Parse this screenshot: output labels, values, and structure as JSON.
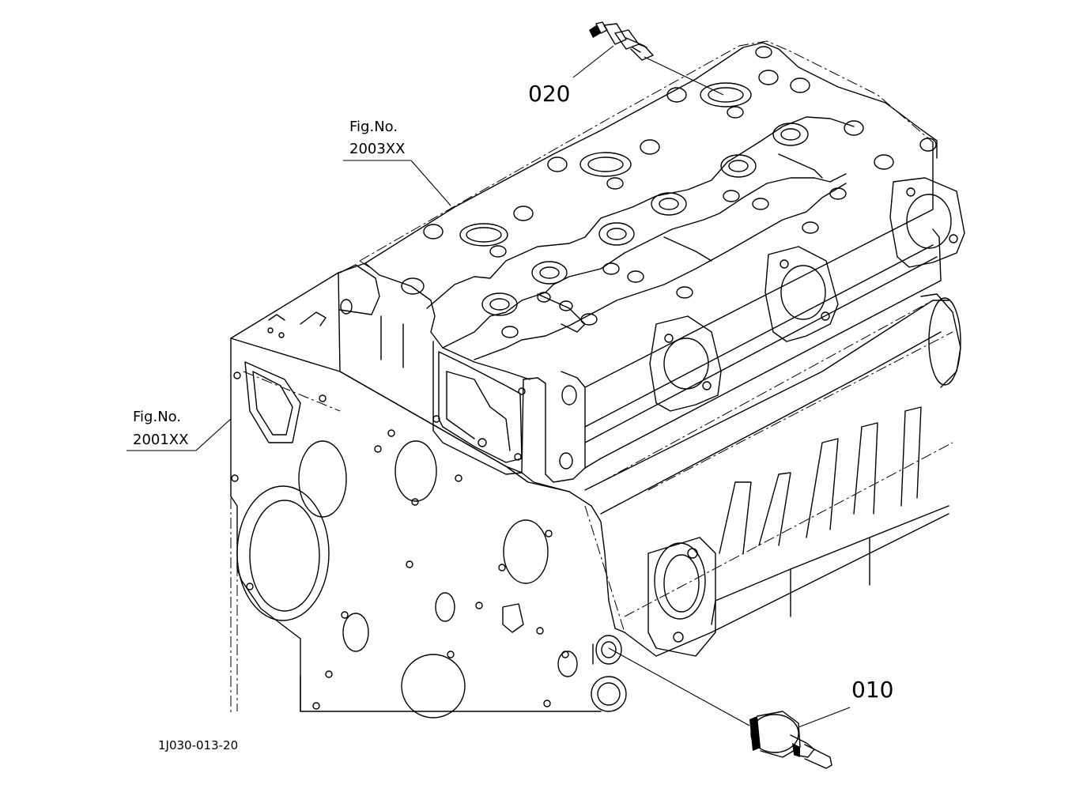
{
  "callouts": {
    "part_020": "020",
    "part_010": "010"
  },
  "figure_refs": {
    "head_ref_label": "Fig.No.",
    "head_ref_number": "2003XX",
    "block_ref_label": "Fig.No.",
    "block_ref_number": "2001XX"
  },
  "drawing_code": "1J030-013-20",
  "colors": {
    "line": "#000000",
    "background": "#ffffff"
  }
}
